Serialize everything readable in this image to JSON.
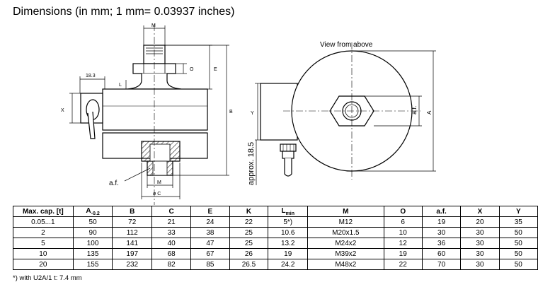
{
  "title": "Dimensions (in mm; 1 mm= 0.03937 inches)",
  "view_label": "View from above",
  "drawing_labels": {
    "M_top": "M",
    "dim_18_3": "18.3",
    "O": "O",
    "E": "E",
    "L": "L",
    "X": "X",
    "B": "B",
    "af_left": "a.f.",
    "M_bottom": "M",
    "diam_C": "ø C",
    "Y": "Y",
    "approx": "approx. 18.5",
    "af_right": "a.f.",
    "A": "A"
  },
  "table": {
    "headers": [
      "Max. cap. [t]",
      "A-0.2",
      "B",
      "C",
      "E",
      "K",
      "Lmin",
      "M",
      "O",
      "a.f.",
      "X",
      "Y"
    ],
    "header_a": {
      "main": "A",
      "sub": "-0.2"
    },
    "header_l": {
      "main": "L",
      "sub": "min"
    },
    "rows": [
      [
        "0.05...1",
        "50",
        "72",
        "21",
        "24",
        "22",
        "5*)",
        "M12",
        "6",
        "19",
        "20",
        "35"
      ],
      [
        "2",
        "90",
        "112",
        "33",
        "38",
        "25",
        "10.6",
        "M20x1.5",
        "10",
        "30",
        "30",
        "50"
      ],
      [
        "5",
        "100",
        "141",
        "40",
        "47",
        "25",
        "13.2",
        "M24x2",
        "12",
        "36",
        "30",
        "50"
      ],
      [
        "10",
        "135",
        "197",
        "68",
        "67",
        "26",
        "19",
        "M39x2",
        "19",
        "60",
        "30",
        "50"
      ],
      [
        "20",
        "155",
        "232",
        "82",
        "85",
        "26.5",
        "24.2",
        "M48x2",
        "22",
        "70",
        "30",
        "50"
      ]
    ]
  },
  "footnote": "*) with U2A/1 t: 7.4 mm"
}
